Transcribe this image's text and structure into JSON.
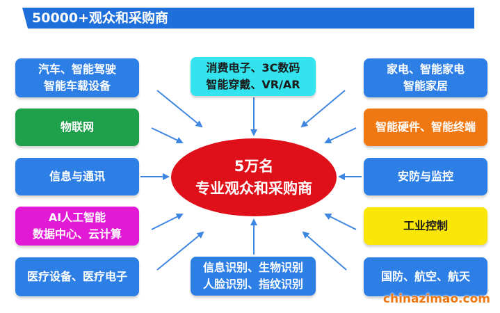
{
  "header": {
    "title": "50000+观众和采购商"
  },
  "center": {
    "line1": "5万名",
    "line2": "专业观众和采购商"
  },
  "boxes": {
    "auto": {
      "line1": "汽车、智能驾驶",
      "line2": "智能车载设备",
      "color": "#2d7fe6"
    },
    "iot": {
      "line1": "物联网",
      "color": "#1fa04a"
    },
    "telecom": {
      "line1": "信息与通讯",
      "color": "#2d7fe6"
    },
    "ai": {
      "line1": "AI人工智能",
      "line2": "数据中心、云计算",
      "color": "#e21ad6"
    },
    "medical": {
      "line1": "医疗设备、医疗电子",
      "color": "#2d7fe6"
    },
    "consumer": {
      "line1": "消费电子、3C数码",
      "line2": "智能穿戴、VR/AR",
      "color": "#33e4ef"
    },
    "recognition": {
      "line1": "信息识别、生物识别",
      "line2": "人脸识别、指纹识别",
      "color": "#2d7fe6"
    },
    "home": {
      "line1": "家电、智能家电",
      "line2": "智能家居",
      "color": "#2d7fe6"
    },
    "hardware": {
      "line1": "智能硬件、智能终端",
      "color": "#f07812"
    },
    "security": {
      "line1": "安防与监控",
      "color": "#2d7fe6"
    },
    "industrial": {
      "line1": "工业控制",
      "color": "#fbe707"
    },
    "defense": {
      "line1": "国防、航空、航天",
      "color": "#2d7fe6"
    }
  },
  "watermark": "chinazimao.com",
  "colors": {
    "header": "#1e6fd9",
    "center": "#e0101a",
    "arrow": "#3f86e0"
  }
}
